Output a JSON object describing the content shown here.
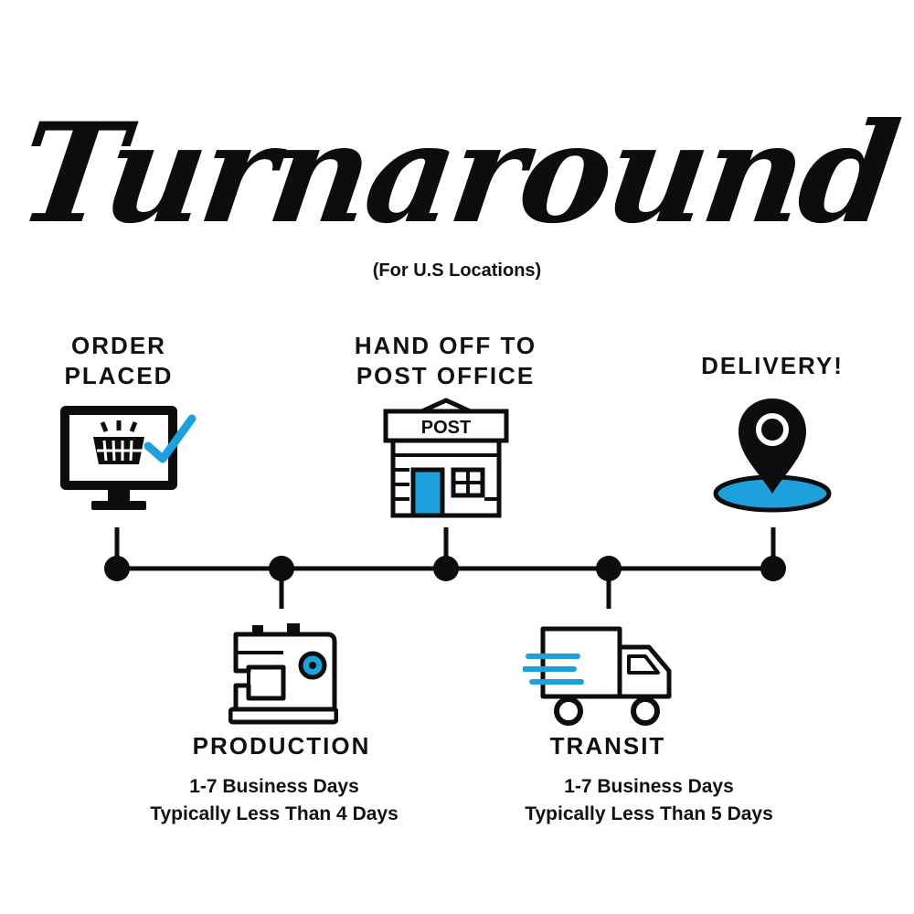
{
  "title": "Turnaround",
  "subtitle": "(For U.S Locations)",
  "accent_color": "#1ea0dd",
  "stages": [
    {
      "label": "Order Placed",
      "icon": "computer-cart-checkmark-icon"
    },
    {
      "label": "Production",
      "icon": "sewing-machine-icon",
      "duration": "1-7 Business Days",
      "typical": "Typically Less Than 4 Days"
    },
    {
      "label": "Hand Off To Post Office",
      "icon": "post-office-icon",
      "sign": "POST"
    },
    {
      "label": "Transit",
      "icon": "delivery-truck-icon",
      "duration": "1-7 Business Days",
      "typical": "Typically Less Than 5 Days"
    },
    {
      "label": "Delivery!",
      "icon": "location-pin-icon"
    }
  ]
}
